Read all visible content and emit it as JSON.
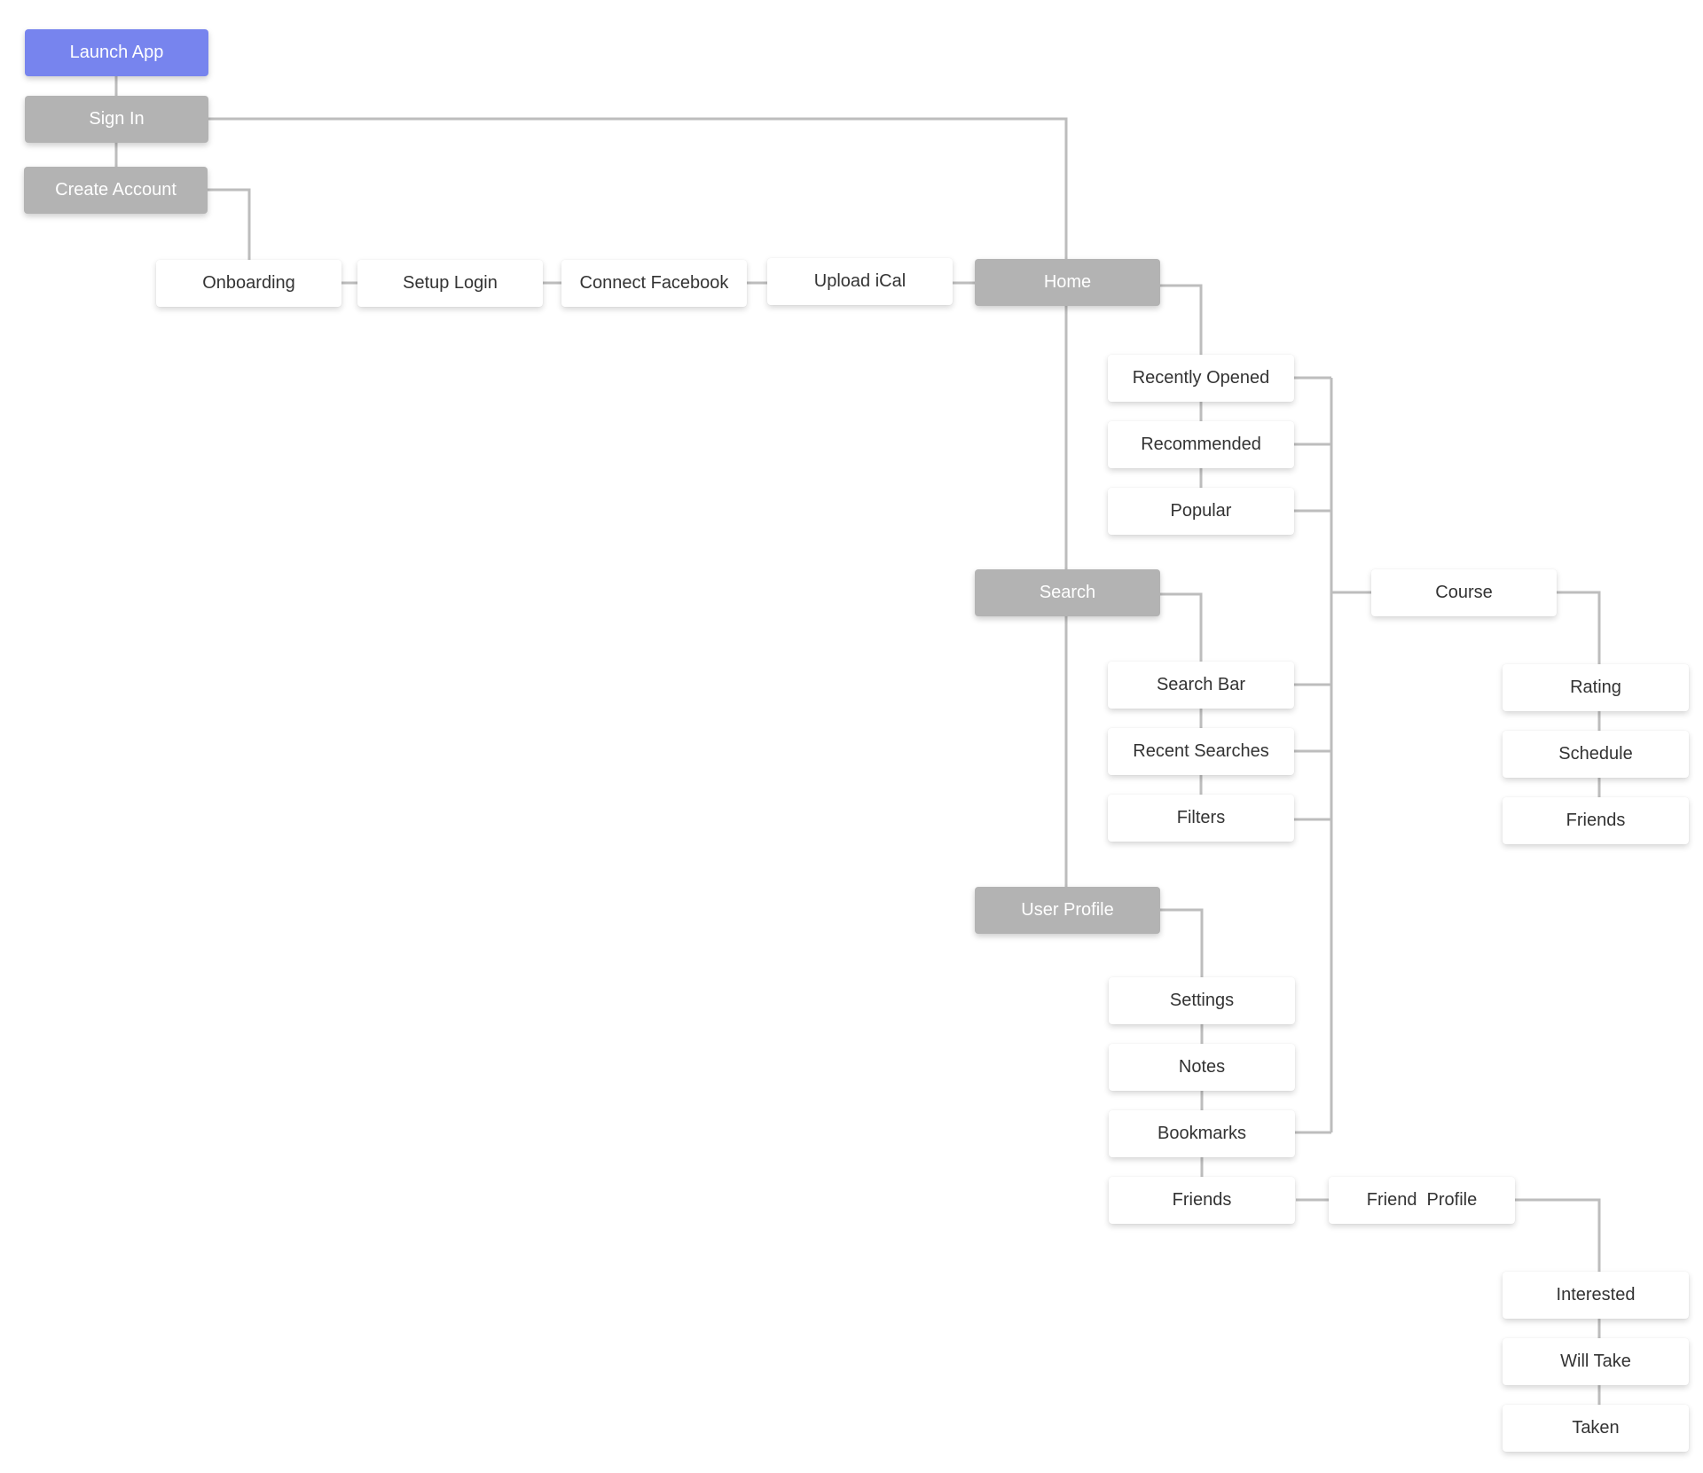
{
  "colors": {
    "accent": "#7784EE",
    "hub": "#B3B3B3",
    "leaf": "#FFFFFF",
    "connector": "#BDBDBD",
    "text": "#333333"
  },
  "nodes": {
    "launch_app": "Launch App",
    "sign_in": "Sign In",
    "create_account": "Create Account",
    "onboarding": "Onboarding",
    "setup_login": "Setup Login",
    "connect_facebook": "Connect Facebook",
    "upload_ical": "Upload iCal",
    "home": "Home",
    "recently_opened": "Recently Opened",
    "recommended": "Recommended",
    "popular": "Popular",
    "search": "Search",
    "search_bar": "Search Bar",
    "recent_searches": "Recent Searches",
    "filters": "Filters",
    "user_profile": "User Profile",
    "settings": "Settings",
    "notes": "Notes",
    "bookmarks": "Bookmarks",
    "friends": "Friends",
    "friend_profile": "Friend  Profile",
    "course": "Course",
    "rating": "Rating",
    "schedule": "Schedule",
    "course_friends": "Friends",
    "interested": "Interested",
    "will_take": "Will Take",
    "taken": "Taken"
  }
}
